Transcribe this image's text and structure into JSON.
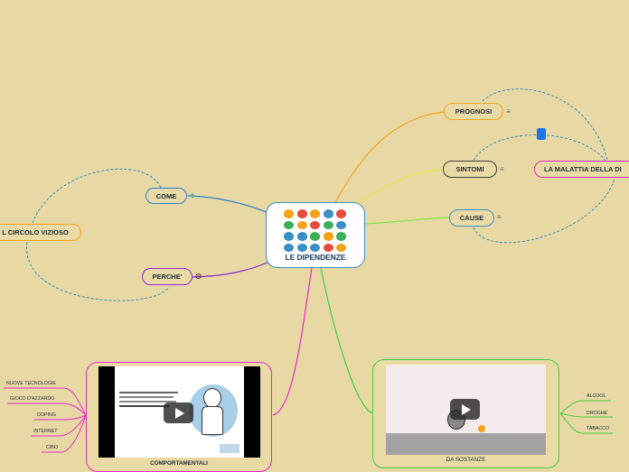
{
  "center": {
    "title": "LE DIPENDENZE"
  },
  "icon_colors": [
    "#f4a21c",
    "#e64b3c",
    "#f4a21c",
    "#3a8fc4",
    "#e64b3c",
    "#3fae5a",
    "#f4a21c",
    "#e64b3c",
    "#3fae5a",
    "#3a8fc4",
    "#3a8fc4",
    "#3a8fc4",
    "#3fae5a",
    "#f4a21c",
    "#3fae5a",
    "#3a8fc4",
    "#3a8fc4",
    "#3a8fc4",
    "#e64b3c",
    "#f4a21c"
  ],
  "nodes": {
    "prognosi": "PROGNOSI",
    "sintomi": "SINTOMI",
    "cause": "CAUSE",
    "malattia": "LA MALATTIA DELLA DI",
    "come": "COME",
    "circolo": "L CIRCOLO VIZIOSO",
    "perche": "PERCHE'"
  },
  "comportamentali": {
    "label": "COMPORTAMENTALI",
    "leaves": [
      "NUOVE TECNOLOGIE",
      "GIOCO D'AZZARDO",
      "DOPING",
      "INTERNET",
      "CIBO"
    ]
  },
  "sostanze": {
    "label": "DA SOSTANZE",
    "leaves": [
      "ALCOOL",
      "DROGHE",
      "TABACCO"
    ]
  },
  "colors": {
    "orange": "#f5a623",
    "yellow": "#e4e645",
    "green": "#3fd13f",
    "blue": "#2a7ed6",
    "purple": "#8a26d9",
    "magenta": "#e629c9",
    "dashed": "#3a8fc4",
    "dark": "#3d3d3d"
  },
  "icons": {
    "prognosi": "notes-icon",
    "sintomi": "notes-icon",
    "cause": "notes-icon",
    "come": "diamond-icon",
    "perche": "globe-icon",
    "relation": "blue-square-icon"
  }
}
